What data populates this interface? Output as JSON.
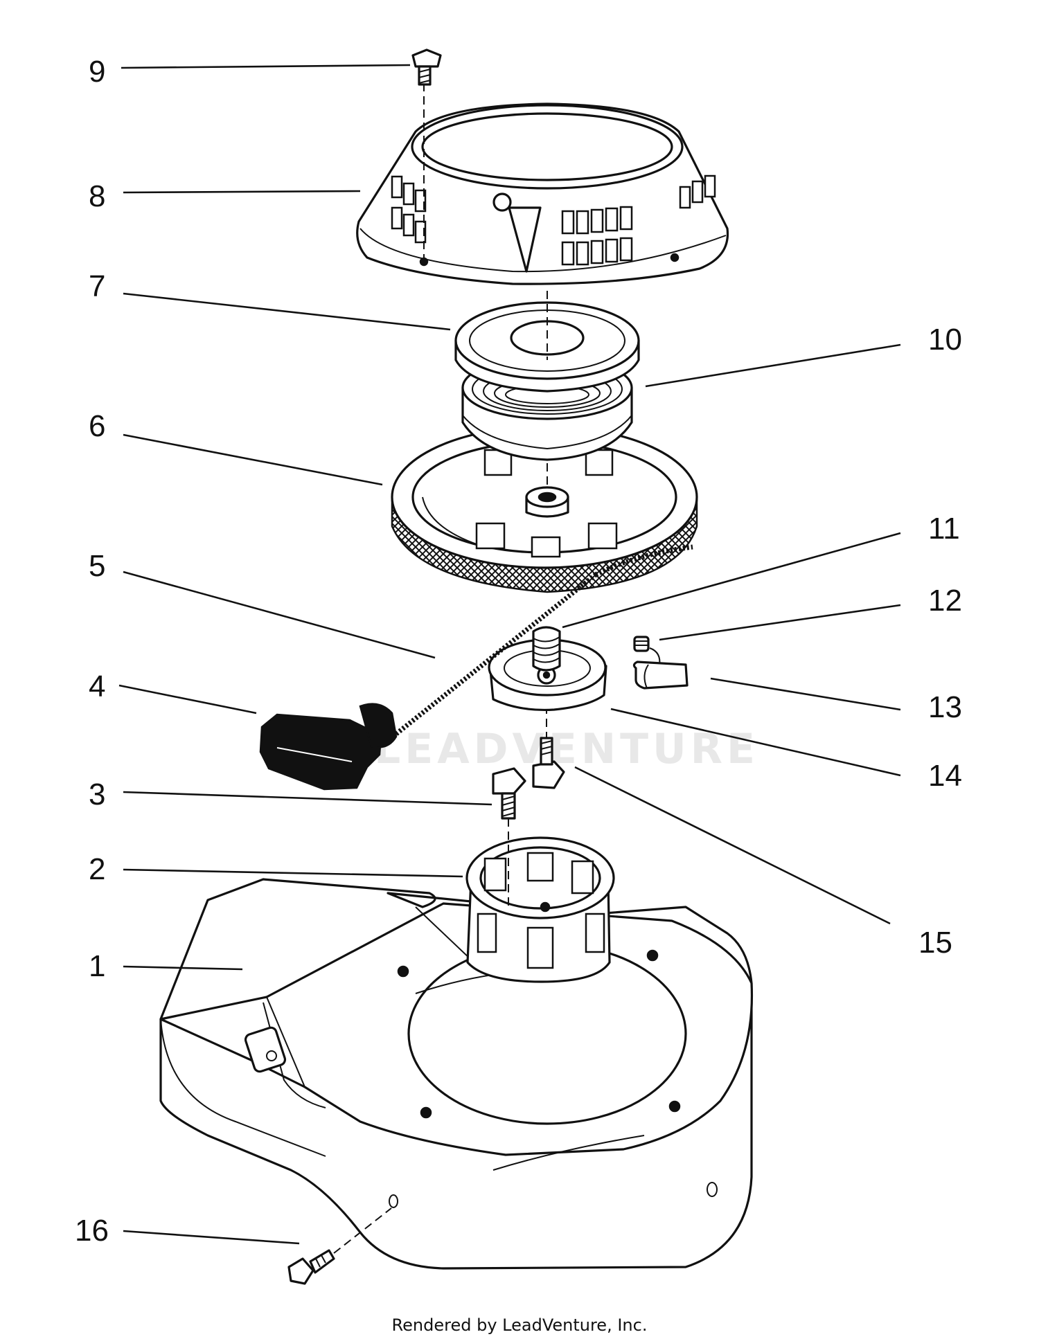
{
  "callouts": {
    "c1": "1",
    "c2": "2",
    "c3": "3",
    "c4": "4",
    "c5": "5",
    "c6": "6",
    "c7": "7",
    "c8": "8",
    "c9": "9",
    "c10": "10",
    "c11": "11",
    "c12": "12",
    "c13": "13",
    "c14": "14",
    "c15": "15",
    "c16": "16"
  },
  "watermark": "LEADVENTURE",
  "footer": "Rendered by LeadVenture, Inc."
}
